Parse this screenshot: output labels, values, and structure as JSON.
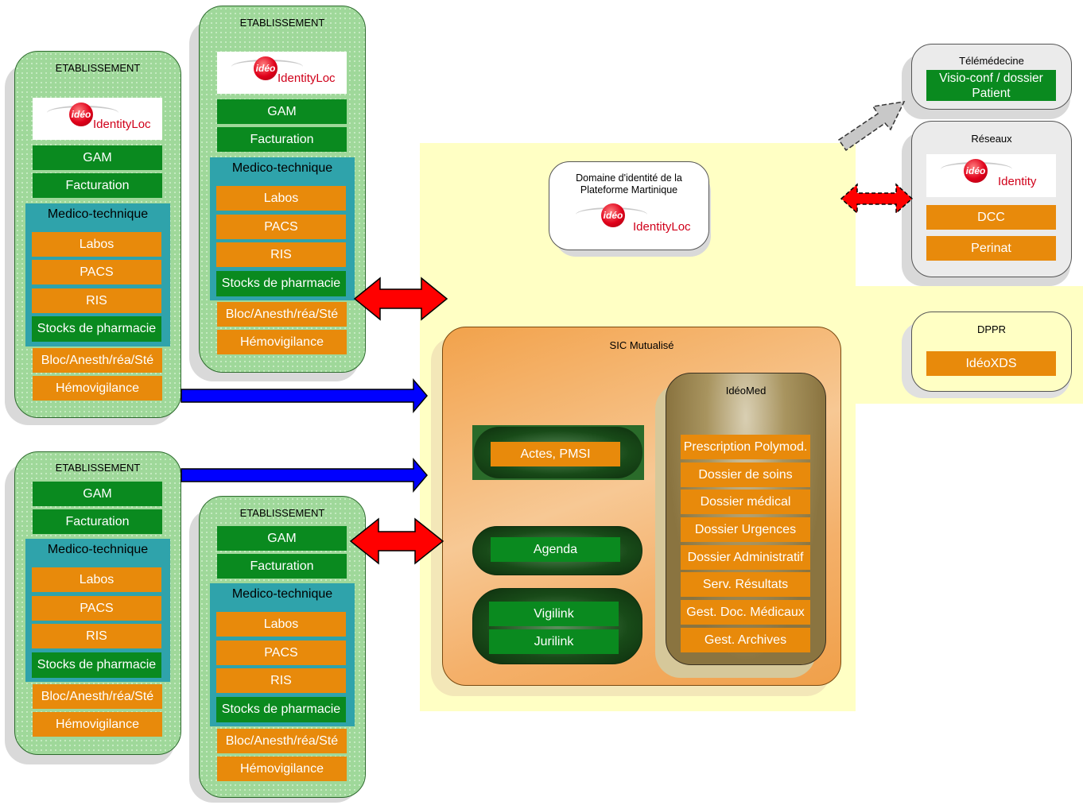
{
  "establishment_a": {
    "title": "ETABLISSEMENT",
    "logo_badge": "idéo",
    "logo_text": "IdentityLoc",
    "gam": "GAM",
    "facturation": "Facturation",
    "medico_title": "Medico-technique",
    "labos": "Labos",
    "pacs": "PACS",
    "ris": "RIS",
    "stocks": "Stocks de pharmacie",
    "bloc": "Bloc/Anesth/réa/Sté",
    "hemo": "Hémovigilance"
  },
  "establishment_b": {
    "title": "ETABLISSEMENT",
    "logo_badge": "idéo",
    "logo_text": "IdentityLoc",
    "gam": "GAM",
    "facturation": "Facturation",
    "medico_title": "Medico-technique",
    "labos": "Labos",
    "pacs": "PACS",
    "ris": "RIS",
    "stocks": "Stocks de pharmacie",
    "bloc": "Bloc/Anesth/réa/Sté",
    "hemo": "Hémovigilance"
  },
  "establishment_c": {
    "title": "ETABLISSEMENT",
    "gam": "GAM",
    "facturation": "Facturation",
    "medico_title": "Medico-technique",
    "labos": "Labos",
    "pacs": "PACS",
    "ris": "RIS",
    "stocks": "Stocks de pharmacie",
    "bloc": "Bloc/Anesth/réa/Sté",
    "hemo": "Hémovigilance"
  },
  "establishment_d": {
    "title": "ETABLISSEMENT",
    "gam": "GAM",
    "facturation": "Facturation",
    "medico_title": "Medico-technique",
    "labos": "Labos",
    "pacs": "PACS",
    "ris": "RIS",
    "stocks": "Stocks de pharmacie",
    "bloc": "Bloc/Anesth/réa/Sté",
    "hemo": "Hémovigilance"
  },
  "identity_domain": {
    "title": "Domaine d'identité de la Plateforme Martinique",
    "logo_badge": "idéo",
    "logo_text": "IdentityLoc"
  },
  "telemedecine": {
    "title": "Télémédecine",
    "item": "Visio-conf / dossier Patient"
  },
  "reseaux": {
    "title": "Réseaux",
    "logo_badge": "idéo",
    "logo_text": "Identity",
    "dcc": "DCC",
    "perinat": "Perinat"
  },
  "dppr": {
    "title": "DPPR",
    "item": "IdéoXDS"
  },
  "sic": {
    "title": "SIC Mutualisé",
    "actes": "Actes, PMSI",
    "agenda": "Agenda",
    "vigilink": "Vigilink",
    "jurilink": "Jurilink"
  },
  "ideomed": {
    "title": "IdéoMed",
    "items": [
      "Prescription Polymod.",
      "Dossier de soins",
      "Dossier médical",
      "Dossier Urgences",
      "Dossier Administratif",
      "Serv. Résultats",
      "Gest. Doc. Médicaux",
      "Gest. Archives"
    ]
  },
  "colors": {
    "green": "#0a8a1f",
    "orange": "#e88a0b",
    "teal": "#2fa3ab",
    "establishment_bg": "#9fd89a",
    "yellow_zone": "#ffffc4",
    "arrow_red": "#ff0000",
    "arrow_blue": "#0000ff"
  }
}
